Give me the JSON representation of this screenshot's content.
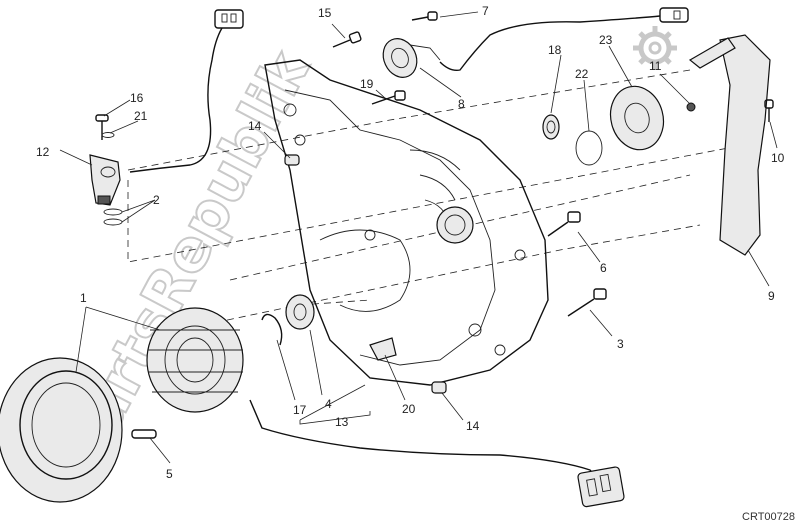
{
  "watermark": "PartsRepublik",
  "diagram_code": "CRT00728",
  "callouts": {
    "c1": "1",
    "c2": "2",
    "c3": "3",
    "c4": "4",
    "c5": "5",
    "c6": "6",
    "c7": "7",
    "c8": "8",
    "c9": "9",
    "c10": "10",
    "c11": "11",
    "c12": "12",
    "c13": "13",
    "c14a": "14",
    "c14b": "14",
    "c15": "15",
    "c16": "16",
    "c17": "17",
    "c18": "18",
    "c19": "19",
    "c20": "20",
    "c21": "21",
    "c22": "22",
    "c23": "23"
  },
  "icons": {
    "logo": "gear-logo-icon"
  }
}
